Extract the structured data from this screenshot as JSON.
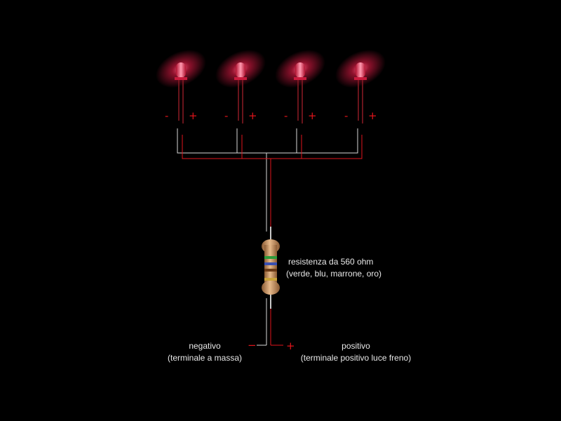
{
  "leds": [
    {
      "minus": "-",
      "plus": "+"
    },
    {
      "minus": "-",
      "plus": "+"
    },
    {
      "minus": "-",
      "plus": "+"
    },
    {
      "minus": "-",
      "plus": "+"
    }
  ],
  "resistor": {
    "label_line1": "resistenza da 560 ohm",
    "label_line2": "(verde, blu, marrone, oro)",
    "band_colors": [
      "#2e9a3a",
      "#3a4fb0",
      "#6b3a16",
      "#c9a13a"
    ]
  },
  "terminals": {
    "negative": {
      "sign": "−",
      "line1": "negativo",
      "line2": "(terminale a massa)"
    },
    "positive": {
      "sign": "+",
      "line1": "positivo",
      "line2": "(terminale positivo luce freno)"
    }
  },
  "colors": {
    "background": "#000000",
    "negative_wire": "#d9d9d9",
    "positive_wire": "#e0151b",
    "led_glow": "#ff2e55",
    "sign_color": "#e0151b"
  }
}
